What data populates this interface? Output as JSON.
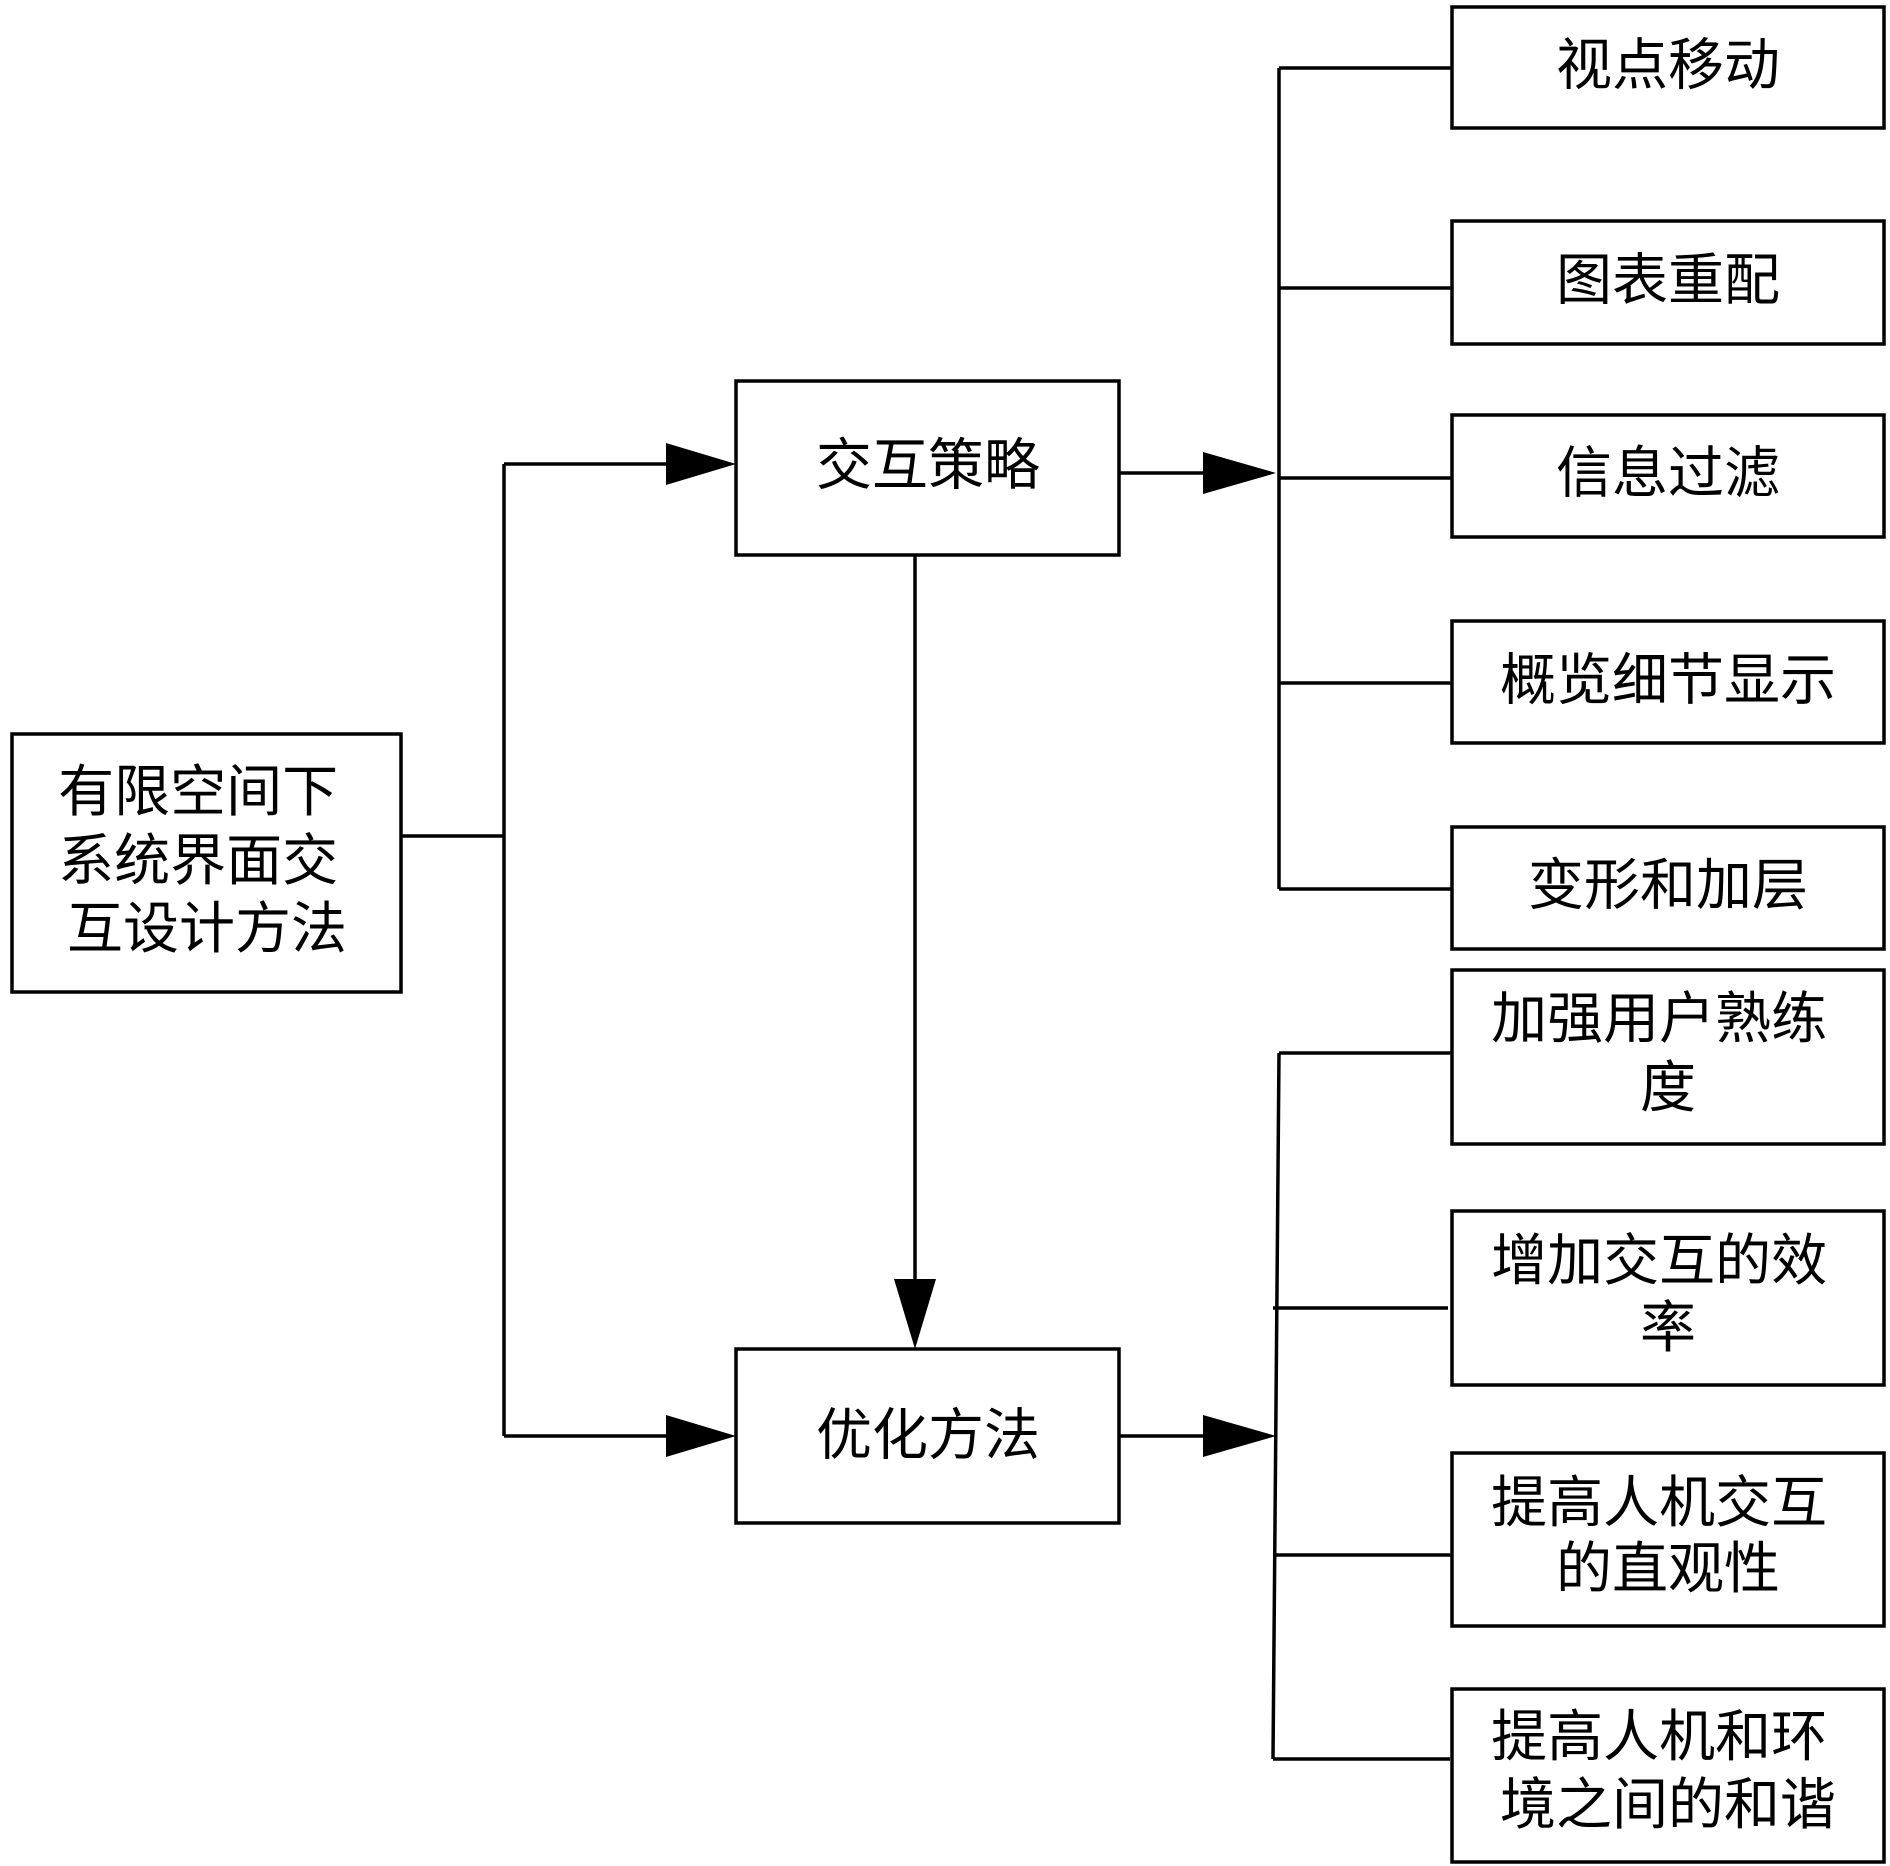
{
  "root": {
    "lines": [
      "有限空间下",
      "系统界面交",
      "互设计方法"
    ]
  },
  "strategy": {
    "label": "交互策略",
    "children": [
      "视点移动",
      "图表重配",
      "信息过滤",
      "概览细节显示",
      "变形和加层"
    ]
  },
  "optimization": {
    "label": "优化方法",
    "children": [
      [
        "加强用户熟练",
        "度"
      ],
      [
        "增加交互的效",
        "率"
      ],
      [
        "提高人机交互",
        "的直观性"
      ],
      [
        "提高人机和环",
        "境之间的和谐"
      ]
    ]
  }
}
